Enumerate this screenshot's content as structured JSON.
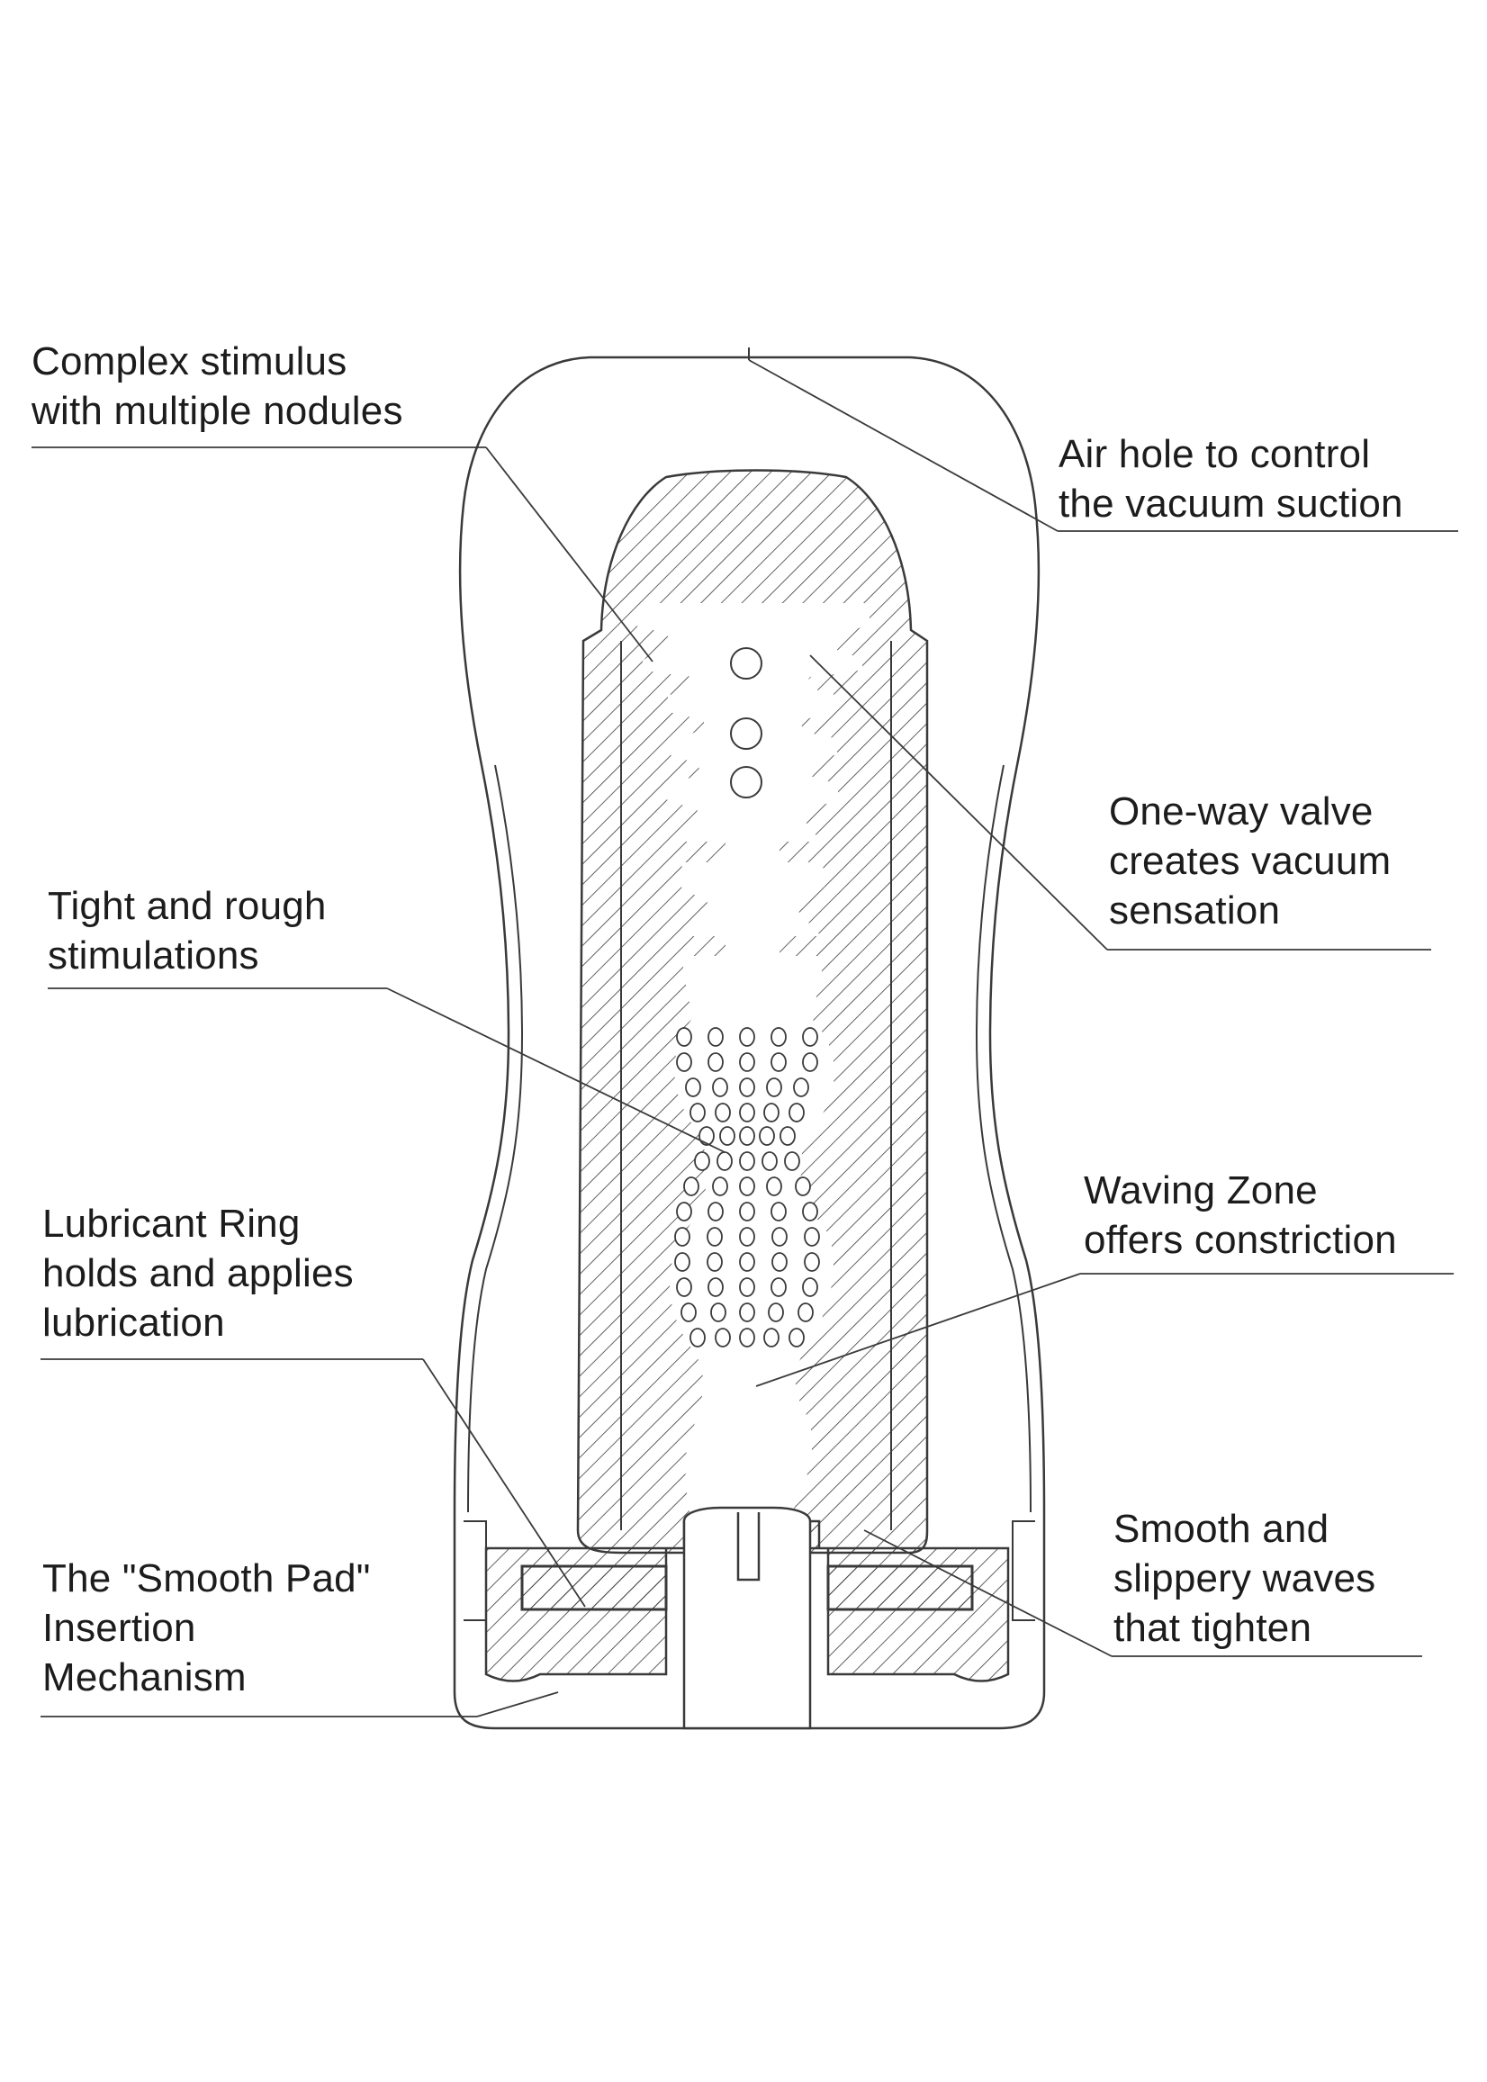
{
  "labels": {
    "complex_stimulus": {
      "lines": [
        "Complex stimulus",
        "with multiple nodules"
      ]
    },
    "air_hole": {
      "lines": [
        "Air hole to control",
        "the vacuum suction"
      ]
    },
    "one_way_valve": {
      "lines": [
        "One-way valve",
        "creates vacuum",
        "sensation"
      ]
    },
    "tight_rough": {
      "lines": [
        "Tight and rough",
        "stimulations"
      ]
    },
    "waving_zone": {
      "lines": [
        "Waving Zone",
        "offers constriction"
      ]
    },
    "lubricant_ring": {
      "lines": [
        "Lubricant Ring",
        "holds and applies",
        "lubrication"
      ]
    },
    "smooth_waves": {
      "lines": [
        "Smooth and",
        "slippery waves",
        "that tighten"
      ]
    },
    "smooth_pad": {
      "lines": [
        "The \"Smooth Pad\"",
        "Insertion",
        "Mechanism"
      ]
    }
  },
  "colors": {
    "stroke": "#3a3a3a",
    "text": "#1c1c1c",
    "background": "#ffffff"
  }
}
